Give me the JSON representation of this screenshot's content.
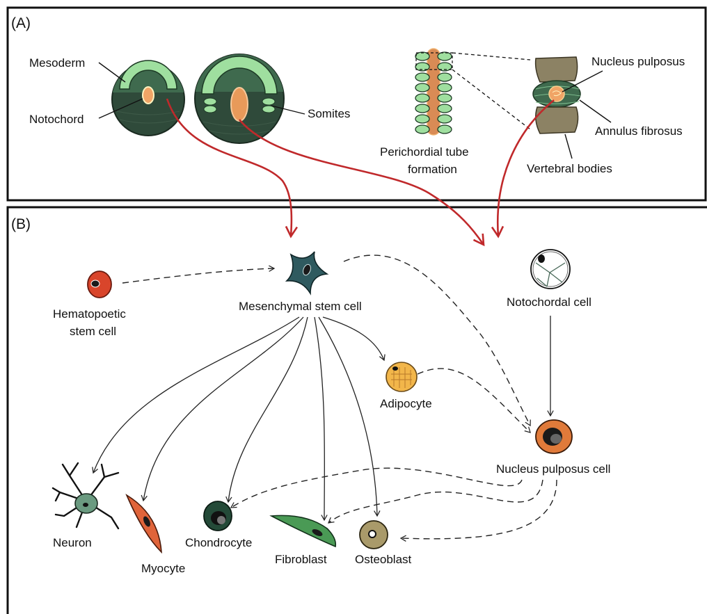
{
  "panels": {
    "a": "(A)",
    "b": "(B)"
  },
  "labels": {
    "mesoderm": "Mesoderm",
    "notochord": "Notochord",
    "somites": "Somites",
    "perichordial_1": "Perichordial tube",
    "perichordial_2": "formation",
    "nucleus_pulposus": "Nucleus pulposus",
    "annulus_fibrosus": "Annulus fibrosus",
    "vertebral_bodies": "Vertebral bodies",
    "msc": "Mesenchymal stem cell",
    "hsc_1": "Hematopoetic",
    "hsc_2": "stem cell",
    "notochordal_cell": "Notochordal cell",
    "adipocyte": "Adipocyte",
    "np_cell": "Nucleus pulposus cell",
    "neuron": "Neuron",
    "myocyte": "Myocyte",
    "chondrocyte": "Chondrocyte",
    "fibroblast": "Fibroblast",
    "osteoblast": "Osteoblast"
  },
  "colors": {
    "embryo_dark": "#2f4a3a",
    "mesoderm_green": "#9fdf9f",
    "notochord_orange": "#f0a466",
    "msc_teal": "#2f5a5f",
    "hsc_red": "#d9452b",
    "arrow_red": "#c0292b",
    "np_cell_orange": "#e07a3a",
    "myocyte_red": "#e0643a",
    "fibroblast_green": "#4a9a55",
    "osteoblast_tan": "#a99a6a",
    "chondrocyte_dark": "#244a38",
    "neuron_green": "#6a9a80",
    "adipocyte_yellow": "#f2b64a",
    "vertebra_tan": "#8c8264"
  }
}
